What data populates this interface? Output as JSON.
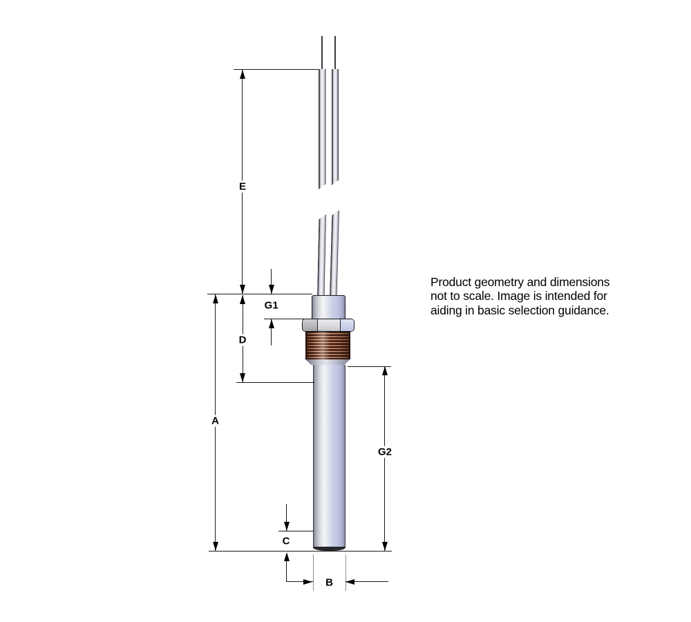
{
  "note": {
    "lines": [
      "Product geometry and dimensions",
      "not to scale. Image is intended for",
      "aiding in basic selection guidance."
    ]
  },
  "labels": {
    "A": "A",
    "B": "B",
    "C": "C",
    "D": "D",
    "E": "E",
    "G1": "G1",
    "G2": "G2"
  },
  "colors": {
    "background": "#ffffff",
    "dimension_line": "#1a1a1a",
    "extension_line": "#8f8f8f",
    "steel_highlight": "#f3f4f8",
    "steel_blue_tint": "#c3c8e6",
    "steel_shadow": "#85878f",
    "thread_copper": "#9e563c",
    "thread_shadow": "#31170d",
    "thread_highlight": "#e2bda4",
    "text": "#000000"
  }
}
